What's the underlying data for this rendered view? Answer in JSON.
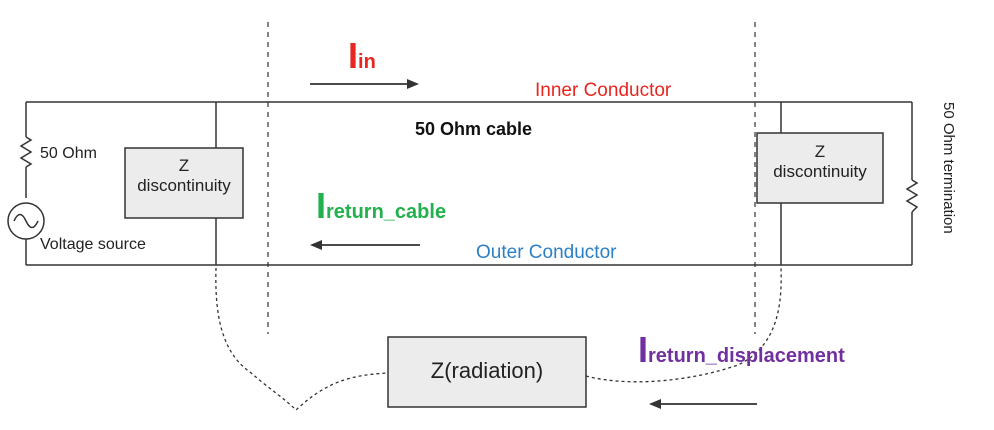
{
  "diagram": {
    "labels": {
      "inner_conductor": "Inner Conductor",
      "outer_conductor": "Outer Conductor",
      "cable": "50 Ohm cable",
      "resistor_50": "50 Ohm",
      "voltage_source": "Voltage source",
      "termination": "50 Ohm termination",
      "z_disc_left_line1": "Z",
      "z_disc_left_line2": "discontinuity",
      "z_disc_right_line1": "Z",
      "z_disc_right_line2": "discontinuity",
      "z_radiation": "Z(radiation)"
    },
    "currents": {
      "i_in": {
        "main": "I",
        "sub": "in"
      },
      "i_return_cable": {
        "main": "I",
        "sub": "return_cable"
      },
      "i_return_displacement": {
        "main": "I",
        "sub": "return_displacement"
      }
    },
    "colors": {
      "i_in": "#e8261f",
      "inner_conductor": "#e8261f",
      "i_return_cable": "#22b14c",
      "outer_conductor": "#2b7fc6",
      "i_return_displacement": "#7030a0",
      "line": "#333333",
      "box_fill": "#ececec"
    }
  }
}
